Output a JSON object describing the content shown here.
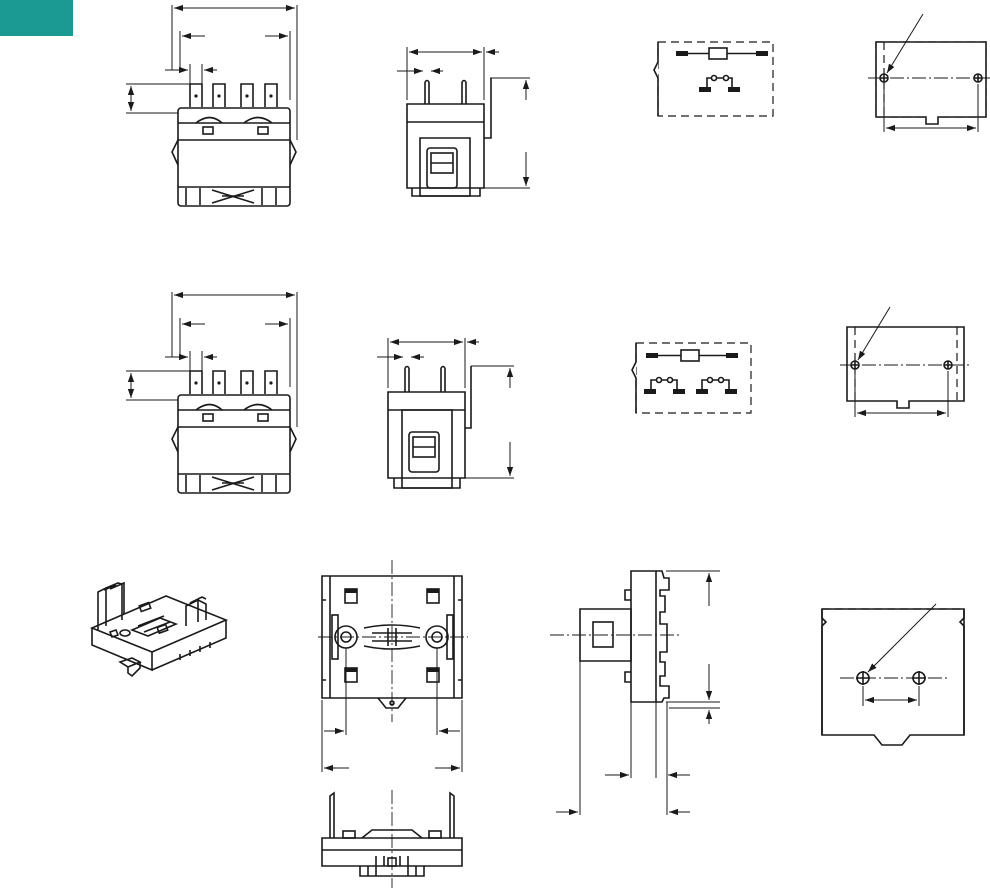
{
  "sheet": {
    "accent_color": "#1a9a93",
    "line_color": "#1a1a1a",
    "background": "#ffffff"
  },
  "views": [
    {
      "id": "relay-1pole-front",
      "icon": "relay-front-view"
    },
    {
      "id": "relay-1pole-side",
      "icon": "relay-side-view"
    },
    {
      "id": "relay-1pole-schematic",
      "icon": "spst-relay-schematic"
    },
    {
      "id": "relay-1pole-pcb-layout",
      "icon": "mounting-hole-layout"
    },
    {
      "id": "relay-2pole-front",
      "icon": "relay-front-view"
    },
    {
      "id": "relay-2pole-side",
      "icon": "relay-side-view"
    },
    {
      "id": "relay-2pole-schematic",
      "icon": "dpst-relay-schematic"
    },
    {
      "id": "relay-2pole-pcb-layout",
      "icon": "mounting-hole-layout"
    },
    {
      "id": "socket-isometric",
      "icon": "socket-3d-view"
    },
    {
      "id": "socket-top",
      "icon": "socket-top-view"
    },
    {
      "id": "socket-side",
      "icon": "socket-side-view"
    },
    {
      "id": "socket-bottom",
      "icon": "socket-bottom-view"
    },
    {
      "id": "socket-mounting-layout",
      "icon": "panel-mounting-layout"
    }
  ]
}
